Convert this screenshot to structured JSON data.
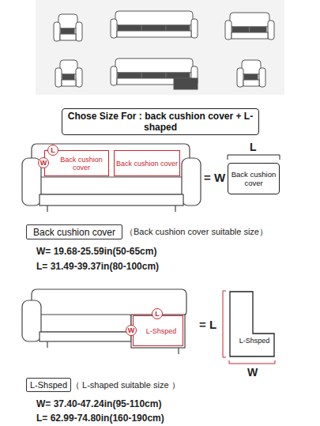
{
  "diagram": {
    "nodes": [
      {
        "text": [
          "Chose Size For : back cushion cover + L-shaped"
        ]
      },
      {
        "text": [
          "Back cushion cover"
        ]
      },
      {
        "text": [
          "Back cushion cover"
        ]
      },
      {
        "text": [
          "Back cushion cover"
        ]
      },
      {
        "text": [
          "Back cushion cover"
        ]
      },
      {
        "text": [
          "L-Shsped"
        ]
      },
      {
        "text": [
          "L-Shsped"
        ]
      },
      {
        "text": [
          "L-Shsped"
        ]
      }
    ],
    "labels": [
      "L",
      "W",
      "= W",
      "L",
      "（Back cushion cover suitable size）",
      "W= 19.68-25.59in(50-65cm)",
      "L= 31.49-39.37in(80-100cm)",
      "L",
      "W",
      "= L",
      "W",
      "（ L-shaped suitable size ）",
      "W= 37.40-47.24in(95-110cm)",
      "L= 62.99-74.80in(160-190cm)"
    ]
  }
}
